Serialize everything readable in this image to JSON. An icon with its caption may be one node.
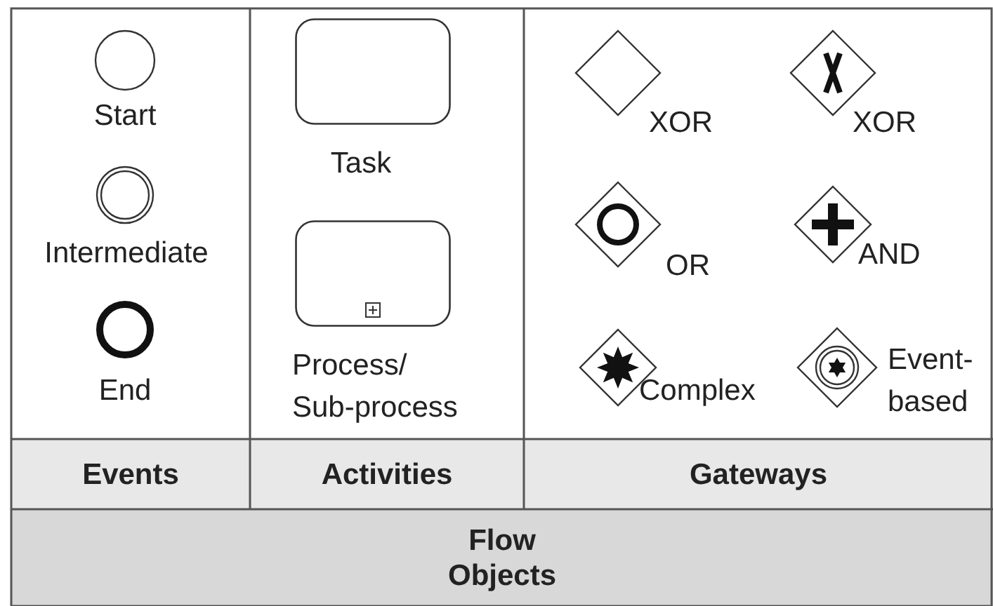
{
  "diagram": {
    "nodes": [
      {
        "text": [
          "Start"
        ]
      },
      {
        "text": [
          "Intermediate"
        ]
      },
      {
        "text": [
          "End"
        ]
      },
      {
        "text": [
          "Task"
        ]
      },
      {
        "text": [
          "Process/ Sub-process"
        ]
      },
      {
        "text": [
          "XOR"
        ]
      },
      {
        "text": [
          "XOR"
        ]
      },
      {
        "text": [
          "OR"
        ]
      },
      {
        "text": [
          "AND"
        ]
      },
      {
        "text": [
          "Complex"
        ]
      },
      {
        "text": [
          "Event-based"
        ]
      },
      {
        "text": [
          "Events"
        ]
      },
      {
        "text": [
          "Activities"
        ]
      },
      {
        "text": [
          "Gateways"
        ]
      },
      {
        "text": [
          "Flow Objects"
        ]
      }
    ]
  }
}
